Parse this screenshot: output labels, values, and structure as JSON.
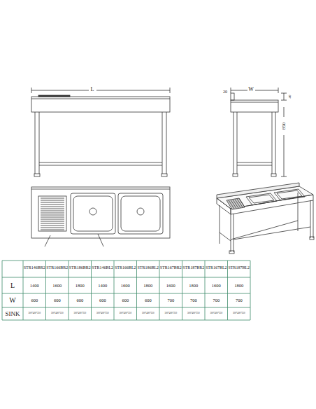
{
  "diagram": {
    "labels": [
      "L",
      "20",
      "W",
      "40",
      "850",
      "STR146BR2",
      "STR166BR2",
      "STR186BR2",
      "STR146BL2",
      "STR166BL2",
      "STR186BL2",
      "STR167BR2",
      "STR187BR2",
      "STR167BL2",
      "STR187BL2",
      "L",
      "1400",
      "1600",
      "1800",
      "1400",
      "1600",
      "1800",
      "1600",
      "1800",
      "1600",
      "1800",
      "W",
      "600",
      "600",
      "600",
      "600",
      "600",
      "600",
      "700",
      "700",
      "700",
      "700",
      "SINK",
      "500*400*250",
      "500*400*250",
      "500*400*250",
      "500*400*250",
      "500*400*250",
      "500*400*250",
      "500*400*250",
      "500*400*250",
      "500*400*250",
      "500*400*250"
    ]
  }
}
